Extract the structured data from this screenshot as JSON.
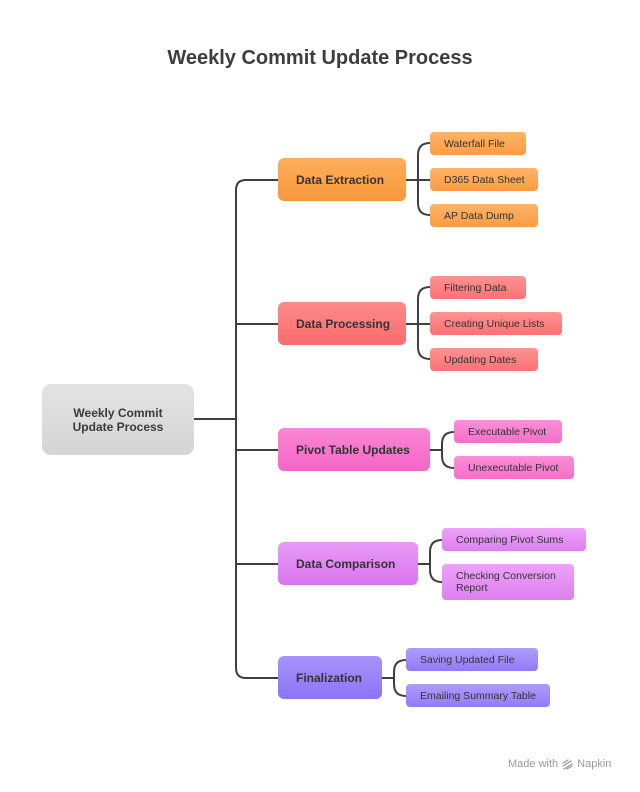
{
  "title": "Weekly Commit Update Process",
  "root": {
    "label": "Weekly Commit Update Process"
  },
  "branches": [
    {
      "label": "Data Extraction",
      "color": "#f9983a",
      "leaves": [
        "Waterfall File",
        "D365 Data Sheet",
        "AP Data Dump"
      ]
    },
    {
      "label": "Data Processing",
      "color": "#fa6b6e",
      "leaves": [
        "Filtering Data",
        "Creating Unique Lists",
        "Updating Dates"
      ]
    },
    {
      "label": "Pivot Table Updates",
      "color": "#f466c4",
      "leaves": [
        "Executable Pivot",
        "Unexecutable Pivot"
      ]
    },
    {
      "label": "Data Comparison",
      "color": "#da75f0",
      "leaves": [
        "Comparing Pivot Sums",
        "Checking Conversion Report"
      ]
    },
    {
      "label": "Finalization",
      "color": "#8b74f6",
      "leaves": [
        "Saving Updated File",
        "Emailing Summary Table"
      ]
    }
  ],
  "footer": {
    "made_with": "Made with",
    "brand": "Napkin",
    "brand_icon": "napkin-logo-icon"
  }
}
